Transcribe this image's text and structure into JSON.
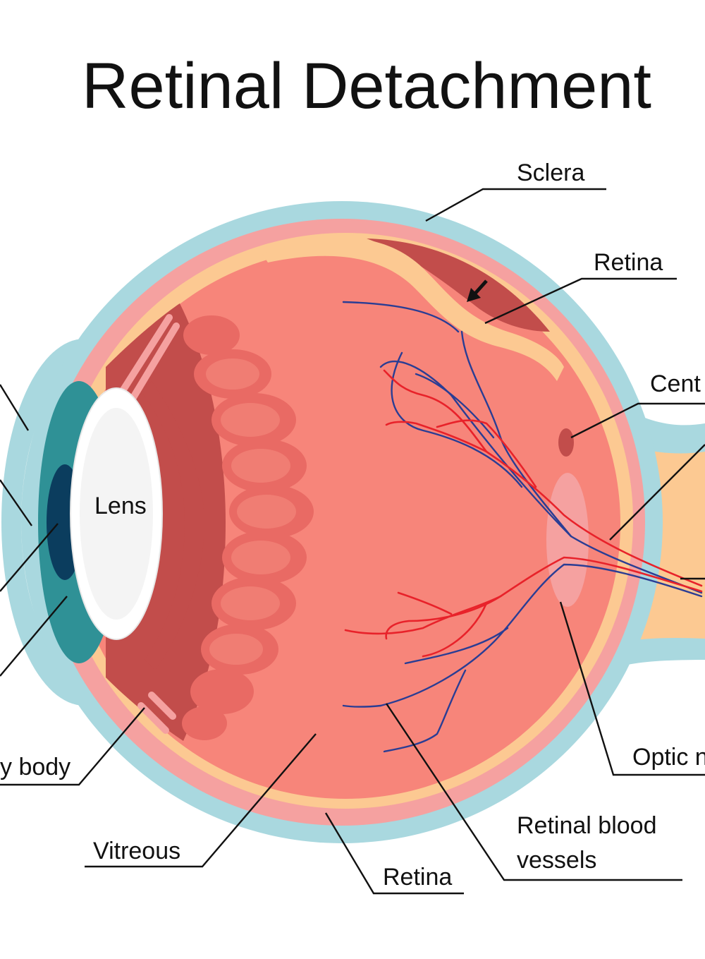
{
  "title": "Retinal Detachment",
  "labels": {
    "sclera": "Sclera",
    "retina_top": "Retina",
    "central": "Cent",
    "lens": "Lens",
    "ciliary_body": "y body",
    "vitreous": "Vitreous",
    "retina_bottom": "Retina",
    "blood_vessels_1": "Retinal blood",
    "blood_vessels_2": "vessels",
    "optic": "Optic n"
  },
  "colors": {
    "sclera": "#a9d8df",
    "choroid": "#f5a1a0",
    "vitreous": "#f7857a",
    "retina": "#fcc992",
    "detached_space": "#c24d4b",
    "iris": "#2f9196",
    "pupil": "#0b3d5e",
    "lens": "#ffffff",
    "ciliary": "#e96a64",
    "vein": "#2a3d94",
    "artery": "#e8222a"
  }
}
